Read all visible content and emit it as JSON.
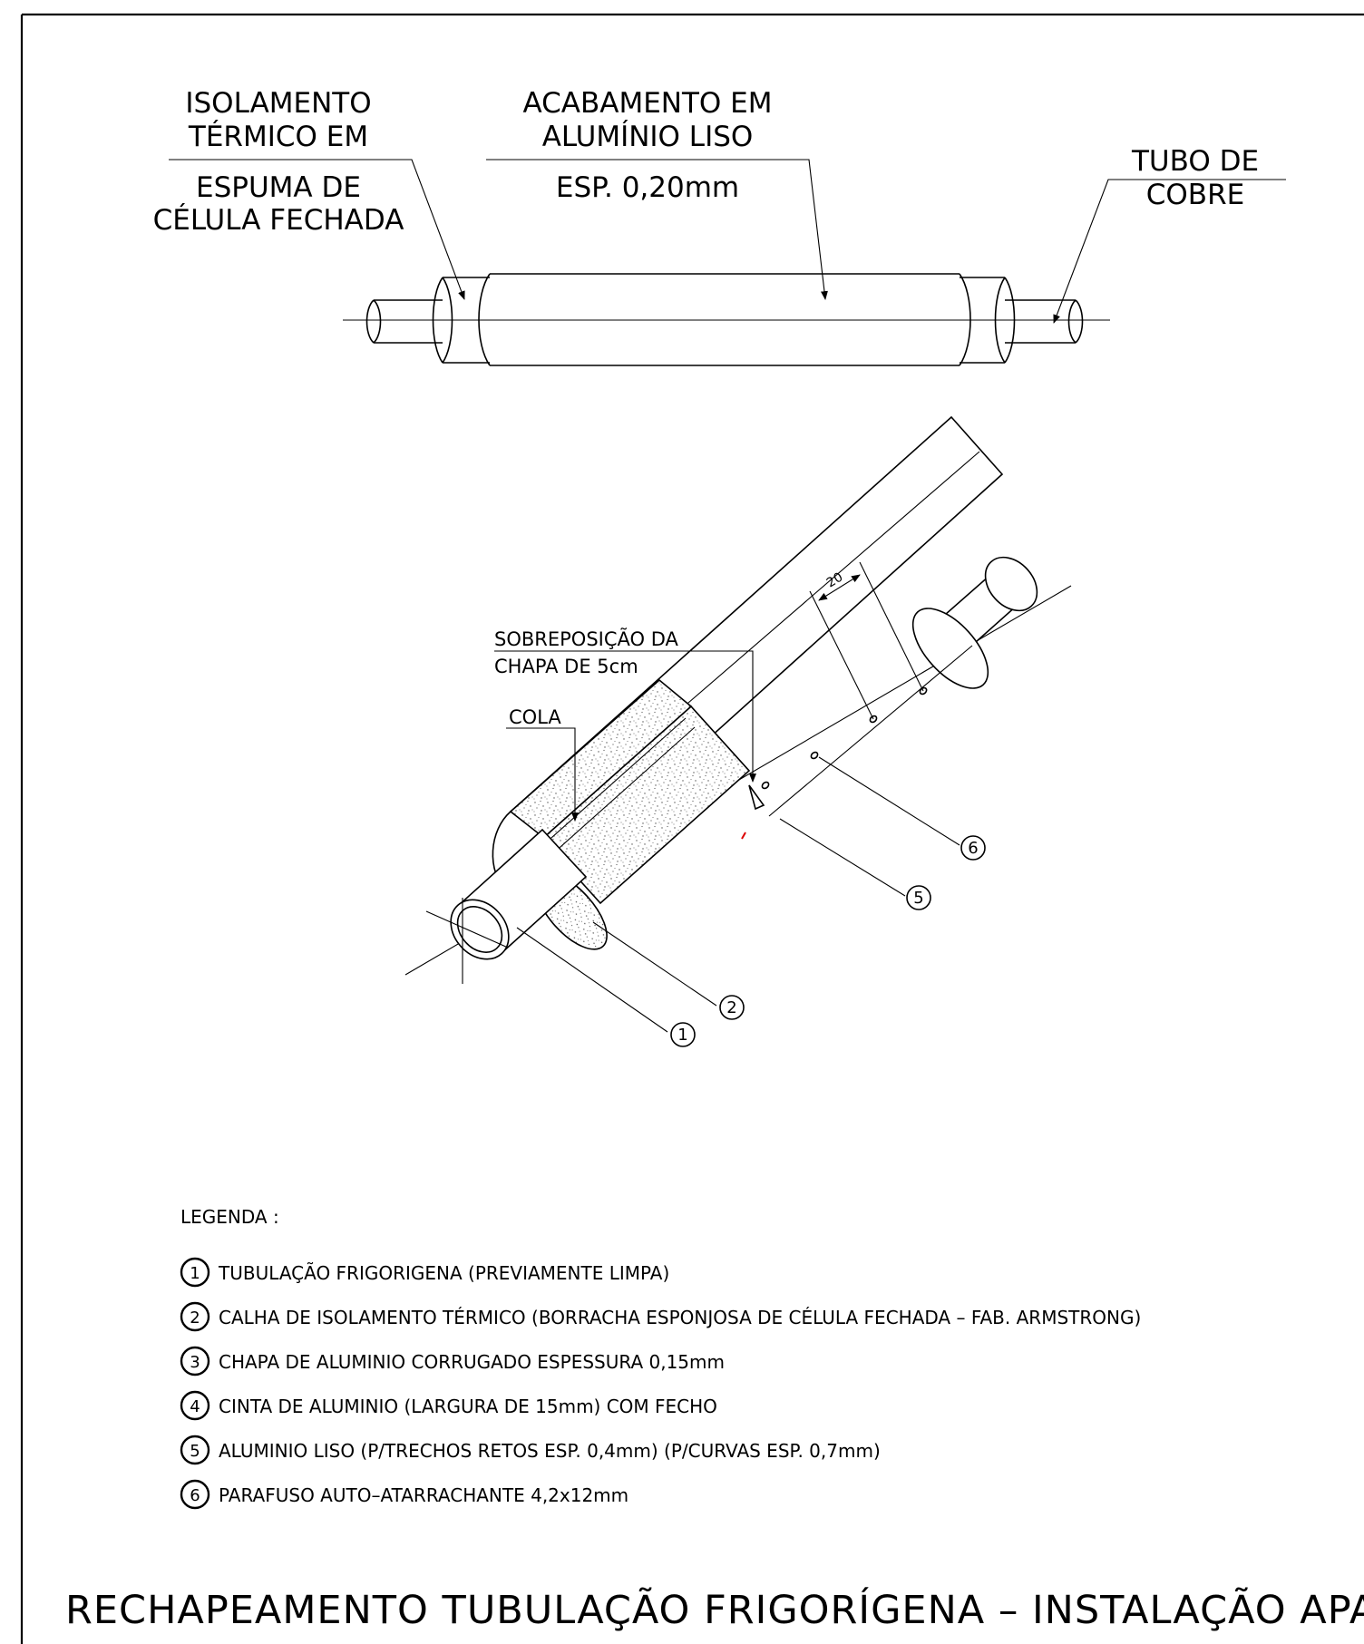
{
  "labels_top": {
    "isolamento_line1": "ISOLAMENTO",
    "isolamento_line2": "TÉRMICO EM",
    "isolamento_line3": "ESPUMA DE",
    "isolamento_line4": "CÉLULA FECHADA",
    "acabamento_line1": "ACABAMENTO EM",
    "acabamento_line2": "ALUMÍNIO LISO",
    "acabamento_line3": "ESP. 0,20mm",
    "tubo_line1": "TUBO DE",
    "tubo_line2": "COBRE"
  },
  "labels_iso": {
    "sobreposicao_line1": "SOBREPOSIÇÃO DA",
    "sobreposicao_line2": "CHAPA DE 5cm",
    "cola": "COLA",
    "dimension": "20",
    "callouts": [
      "1",
      "2",
      "5",
      "6"
    ]
  },
  "legend": {
    "title": "LEGENDA :",
    "items": [
      {
        "num": "1",
        "text": "TUBULAÇÃO FRIGORIGENA (PREVIAMENTE LIMPA)"
      },
      {
        "num": "2",
        "text": "CALHA DE ISOLAMENTO TÉRMICO (BORRACHA ESPONJOSA DE CÉLULA FECHADA – FAB. ARMSTRONG)"
      },
      {
        "num": "3",
        "text": "CHAPA DE ALUMINIO CORRUGADO ESPESSURA 0,15mm"
      },
      {
        "num": "4",
        "text": "CINTA DE ALUMINIO (LARGURA DE 15mm) COM FECHO"
      },
      {
        "num": "5",
        "text": "ALUMINIO LISO (P/TRECHOS RETOS ESP. 0,4mm) (P/CURVAS ESP. 0,7mm)"
      },
      {
        "num": "6",
        "text": "PARAFUSO AUTO–ATARRACHANTE 4,2x12mm"
      }
    ]
  },
  "title": "RECHAPEAMENTO TUBULAÇÃO FRIGORÍGENA – INSTALAÇÃO  APARENTE"
}
